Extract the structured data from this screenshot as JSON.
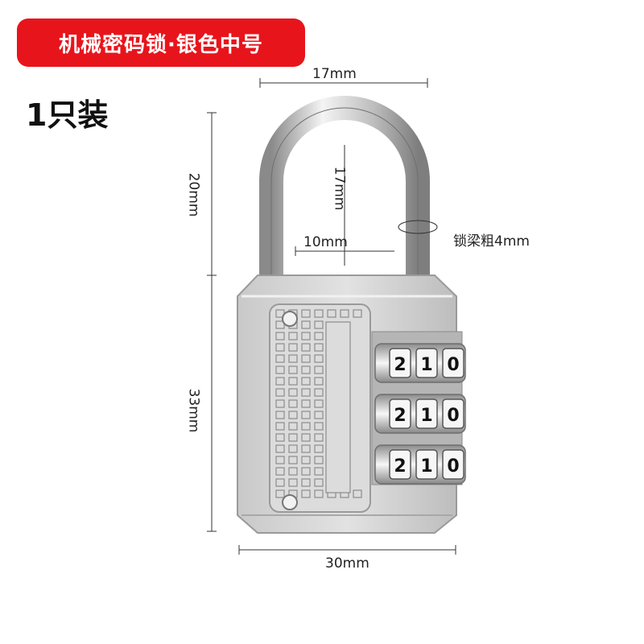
{
  "banner": {
    "text": "机械密码锁·银色中号"
  },
  "package": {
    "count_label": "1只装"
  },
  "dimensions": {
    "shackle_top_width": "17mm",
    "shackle_height_left": "20mm",
    "shackle_inner_height": "17mm",
    "shackle_inner_width": "10mm",
    "shackle_thickness": "锁梁粗4mm",
    "body_height": "33mm",
    "body_width": "30mm"
  },
  "dials": [
    {
      "digits": [
        "2",
        "1",
        "0"
      ]
    },
    {
      "digits": [
        "2",
        "1",
        "0"
      ]
    },
    {
      "digits": [
        "2",
        "1",
        "0"
      ]
    }
  ],
  "colors": {
    "banner": "#e8141b",
    "body": "#d6d6d6",
    "shackle": "#c8c8c8"
  }
}
